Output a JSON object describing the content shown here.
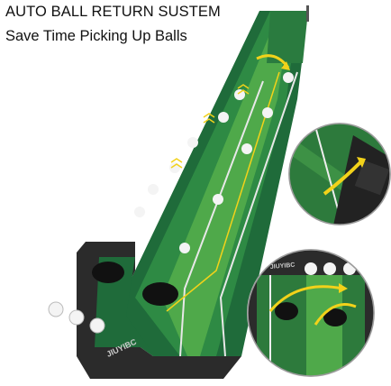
{
  "headline": {
    "line1": "AUTO BALL RETURN SUSTEM",
    "line2": "Save Time Picking Up Balls"
  },
  "product": {
    "brand": "JIUYIBC"
  },
  "colors": {
    "mat_dark": "#1f6b3a",
    "mat_mid": "#2e8a44",
    "mat_light": "#4fa94a",
    "tray": "#2b2b2b",
    "arrow": "#f2d21a",
    "ball": "#f4f4f4"
  }
}
